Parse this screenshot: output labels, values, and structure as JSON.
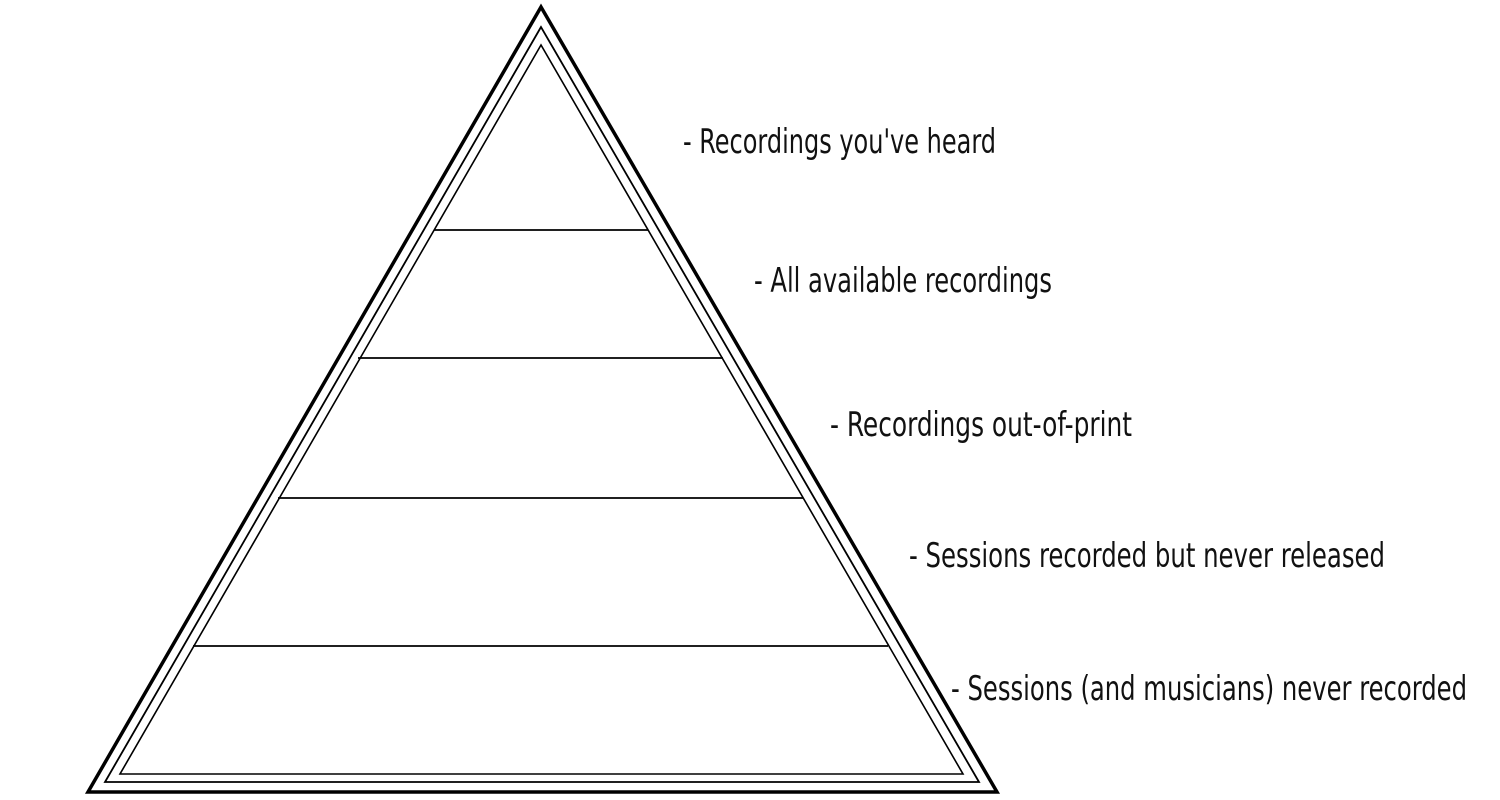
{
  "colors": {
    "background": "#ffffff",
    "stroke": "#000000",
    "text": "#111111"
  },
  "pyramid": {
    "levels": [
      {
        "label": "- Recordings you've heard"
      },
      {
        "label": "- All available recordings"
      },
      {
        "label": "- Recordings out-of-print"
      },
      {
        "label": "- Sessions recorded but never released"
      },
      {
        "label": "- Sessions (and musicians) never recorded"
      }
    ]
  }
}
